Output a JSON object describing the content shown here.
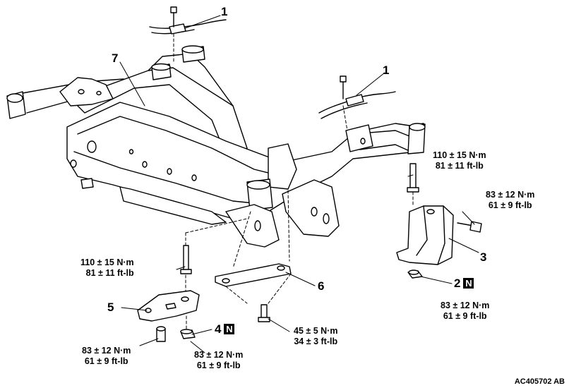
{
  "callouts": {
    "c1_top": "1",
    "c1_right": "1",
    "c7": "7",
    "c3": "3",
    "c2": "2",
    "c2_badge": "N",
    "c6": "6",
    "c5": "5",
    "c4": "4",
    "c4_badge": "N"
  },
  "torques": {
    "upper_right": {
      "nm": "110 ± 15 N·m",
      "ftlb": "81 ± 11 ft-lb"
    },
    "right_bolt": {
      "nm": "83 ± 12 N·m",
      "ftlb": "61 ± 9 ft-lb"
    },
    "right_nut": {
      "nm": "83 ± 12 N·m",
      "ftlb": "61 ± 9 ft-lb"
    },
    "left_bolt": {
      "nm": "110 ± 15 N·m",
      "ftlb": "81 ± 11 ft-lb"
    },
    "center_bolt": {
      "nm": "45 ± 5 N·m",
      "ftlb": "34 ± 3 ft-lb"
    },
    "bottom_left": {
      "nm": "83 ± 12 N·m",
      "ftlb": "61 ± 9 ft-lb"
    },
    "bottom_center": {
      "nm": "83 ± 12 N·m",
      "ftlb": "61 ± 9 ft-lb"
    }
  },
  "figure_code": "AC405702 AB",
  "colors": {
    "ink": "#000000",
    "paper": "#ffffff"
  }
}
